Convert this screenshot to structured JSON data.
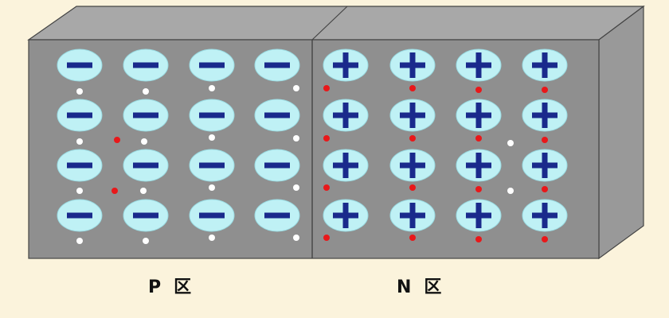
{
  "diagram": {
    "regions": [
      {
        "id": "p",
        "letter": "P",
        "char": "区",
        "ion": "minus",
        "rows": 4,
        "cols": 4
      },
      {
        "id": "n",
        "letter": "N",
        "char": "区",
        "ion": "plus",
        "rows": 4,
        "cols": 4
      }
    ],
    "colors": {
      "background": "#fbf3dc",
      "block_front": "#8f8f8f",
      "block_top": "#a8a8a8",
      "block_side": "#999999",
      "edge": "#444444",
      "ion_fill": "#bff1f5",
      "ion_sign": "#1a2a8c",
      "hole": "#ffffff",
      "electron": "#e8181a"
    },
    "carriers": {
      "p_holes_count": 16,
      "p_electrons_count": 2,
      "n_electrons_count": 16,
      "n_holes_count": 2
    }
  }
}
